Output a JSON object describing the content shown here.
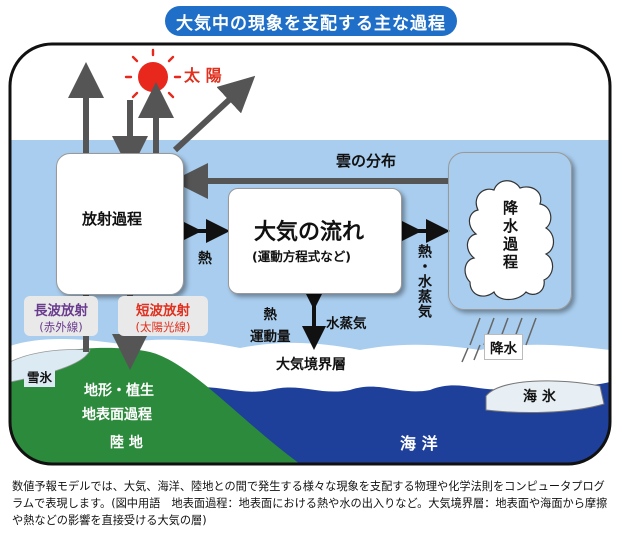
{
  "title": "大気中の現象を支配する主な過程",
  "sun": "太 陽",
  "cloud_distribution": "雲の分布",
  "radiation_process": "放射過程",
  "atmospheric_flow": {
    "main": "大気の流れ",
    "sub": "(運動方程式など)"
  },
  "precipitation_process": "降水過程",
  "heat_left": "熱",
  "heat_vapor_right": "熱・水蒸気",
  "heat_momentum": "熱\n運動量",
  "water_vapor": "水蒸気",
  "longwave": {
    "title": "長波放射",
    "sub": "(赤外線)"
  },
  "shortwave": {
    "title": "短波放射",
    "sub": "(太陽光線)"
  },
  "precipitation": "降水",
  "boundary_layer": "大気境界層",
  "snow_ice": "雪氷",
  "land_terms": [
    "地形・植生",
    "地表面過程",
    "陸 地"
  ],
  "ocean": "海 洋",
  "sea_ice": "海 氷",
  "caption": "数値予報モデルでは、大気、海洋、陸地との間で発生する様々な現象を支配する物理や化学法則をコンピュータプログラムで表現します。(図中用語　地表面過程：地表面における熱や水の出入りなど。大気境界層：地表面や海面から摩擦や熱などの影響を直接受ける大気の層)",
  "colors": {
    "title_bg": "#1f6fc9",
    "sky": "#a9cdee",
    "land": "#2c8a3c",
    "ocean": "#1e3f9a",
    "sun": "#e8271d",
    "purple_label": "#6a3c8e",
    "red_label": "#e0301e"
  }
}
